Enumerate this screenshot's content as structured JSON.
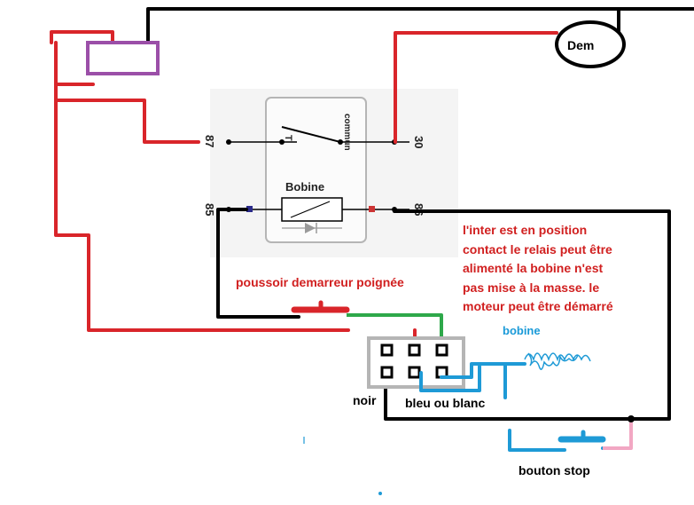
{
  "relay": {
    "pin_87": "87",
    "pin_85": "85",
    "pin_30": "30",
    "pin_86": "86",
    "switch_label": "T",
    "common_label": "commun",
    "coil_label": "Bobine"
  },
  "motor_label": "Dem",
  "button_start_label": "poussoir demarreur poignée",
  "explanation_lines": [
    "l'inter est en position",
    "contact le relais peut être",
    "alimenté la bobine n'est",
    "pas mise à la masse. le",
    "moteur peut être démarré"
  ],
  "coil_label_blue": "bobine",
  "connector_wire_noir": "noir",
  "connector_wire_bleu": "bleu ou blanc",
  "stop_button_label": "bouton stop",
  "colors": {
    "red": "#d9252a",
    "black": "#000000",
    "purple": "#9b4fa8",
    "green": "#2ea84a",
    "blue": "#1e9ad6",
    "pink": "#f2a7c3",
    "grey": "#b5b5b5",
    "relay_bg": "#f4f4f4",
    "annotation_red": "#d12020",
    "annotation_blue": "#1a9ad8"
  }
}
